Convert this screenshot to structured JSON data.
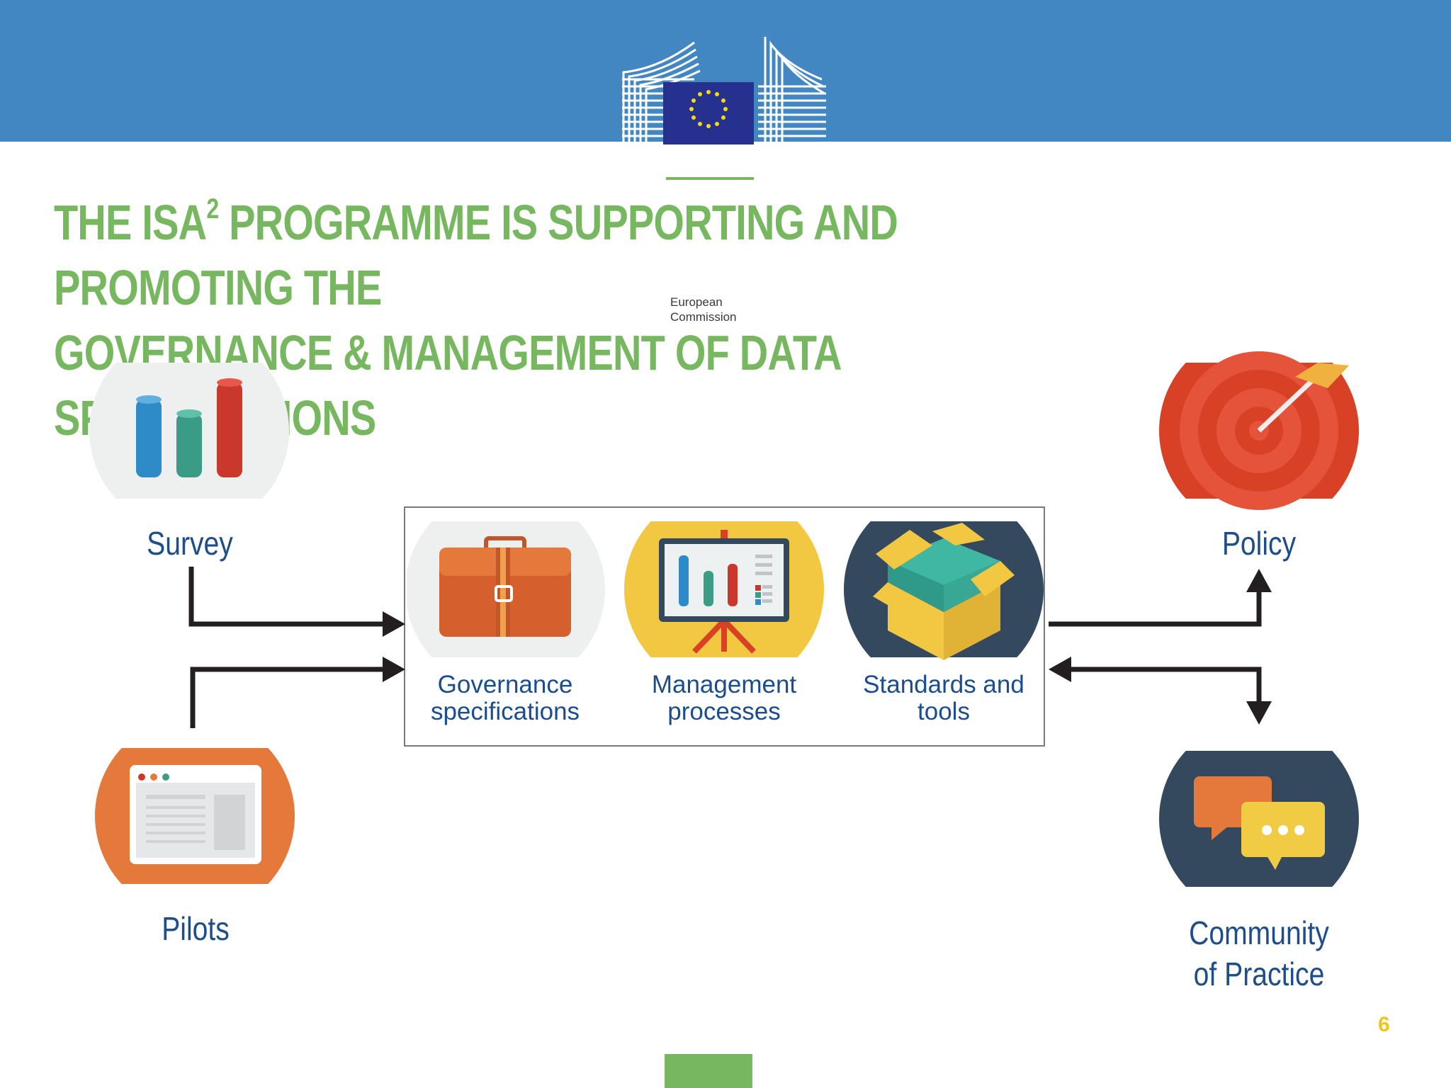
{
  "header": {
    "org_line1": "European",
    "org_line2": "Commission"
  },
  "title": {
    "line1_pre": "THE ISA",
    "line1_sup": "2",
    "line1_post": " PROGRAMME IS SUPPORTING AND PROMOTING THE",
    "line2": "GOVERNANCE & MANAGEMENT OF DATA SPECIFICATIONS"
  },
  "inputs": {
    "survey": "Survey",
    "pilots": "Pilots"
  },
  "center": {
    "governance_l1": "Governance",
    "governance_l2": "specifications",
    "management_l1": "Management",
    "management_l2": "processes",
    "standards_l1": "Standards and",
    "standards_l2": "tools"
  },
  "outputs": {
    "policy": "Policy",
    "community_l1": "Community",
    "community_l2": "of Practice"
  },
  "footer": {
    "page_number": "6"
  },
  "colors": {
    "header_blue": "#4387c2",
    "title_green": "#76b760",
    "label_blue": "#1d4e8a",
    "page_number_yellow": "#f0c419"
  }
}
